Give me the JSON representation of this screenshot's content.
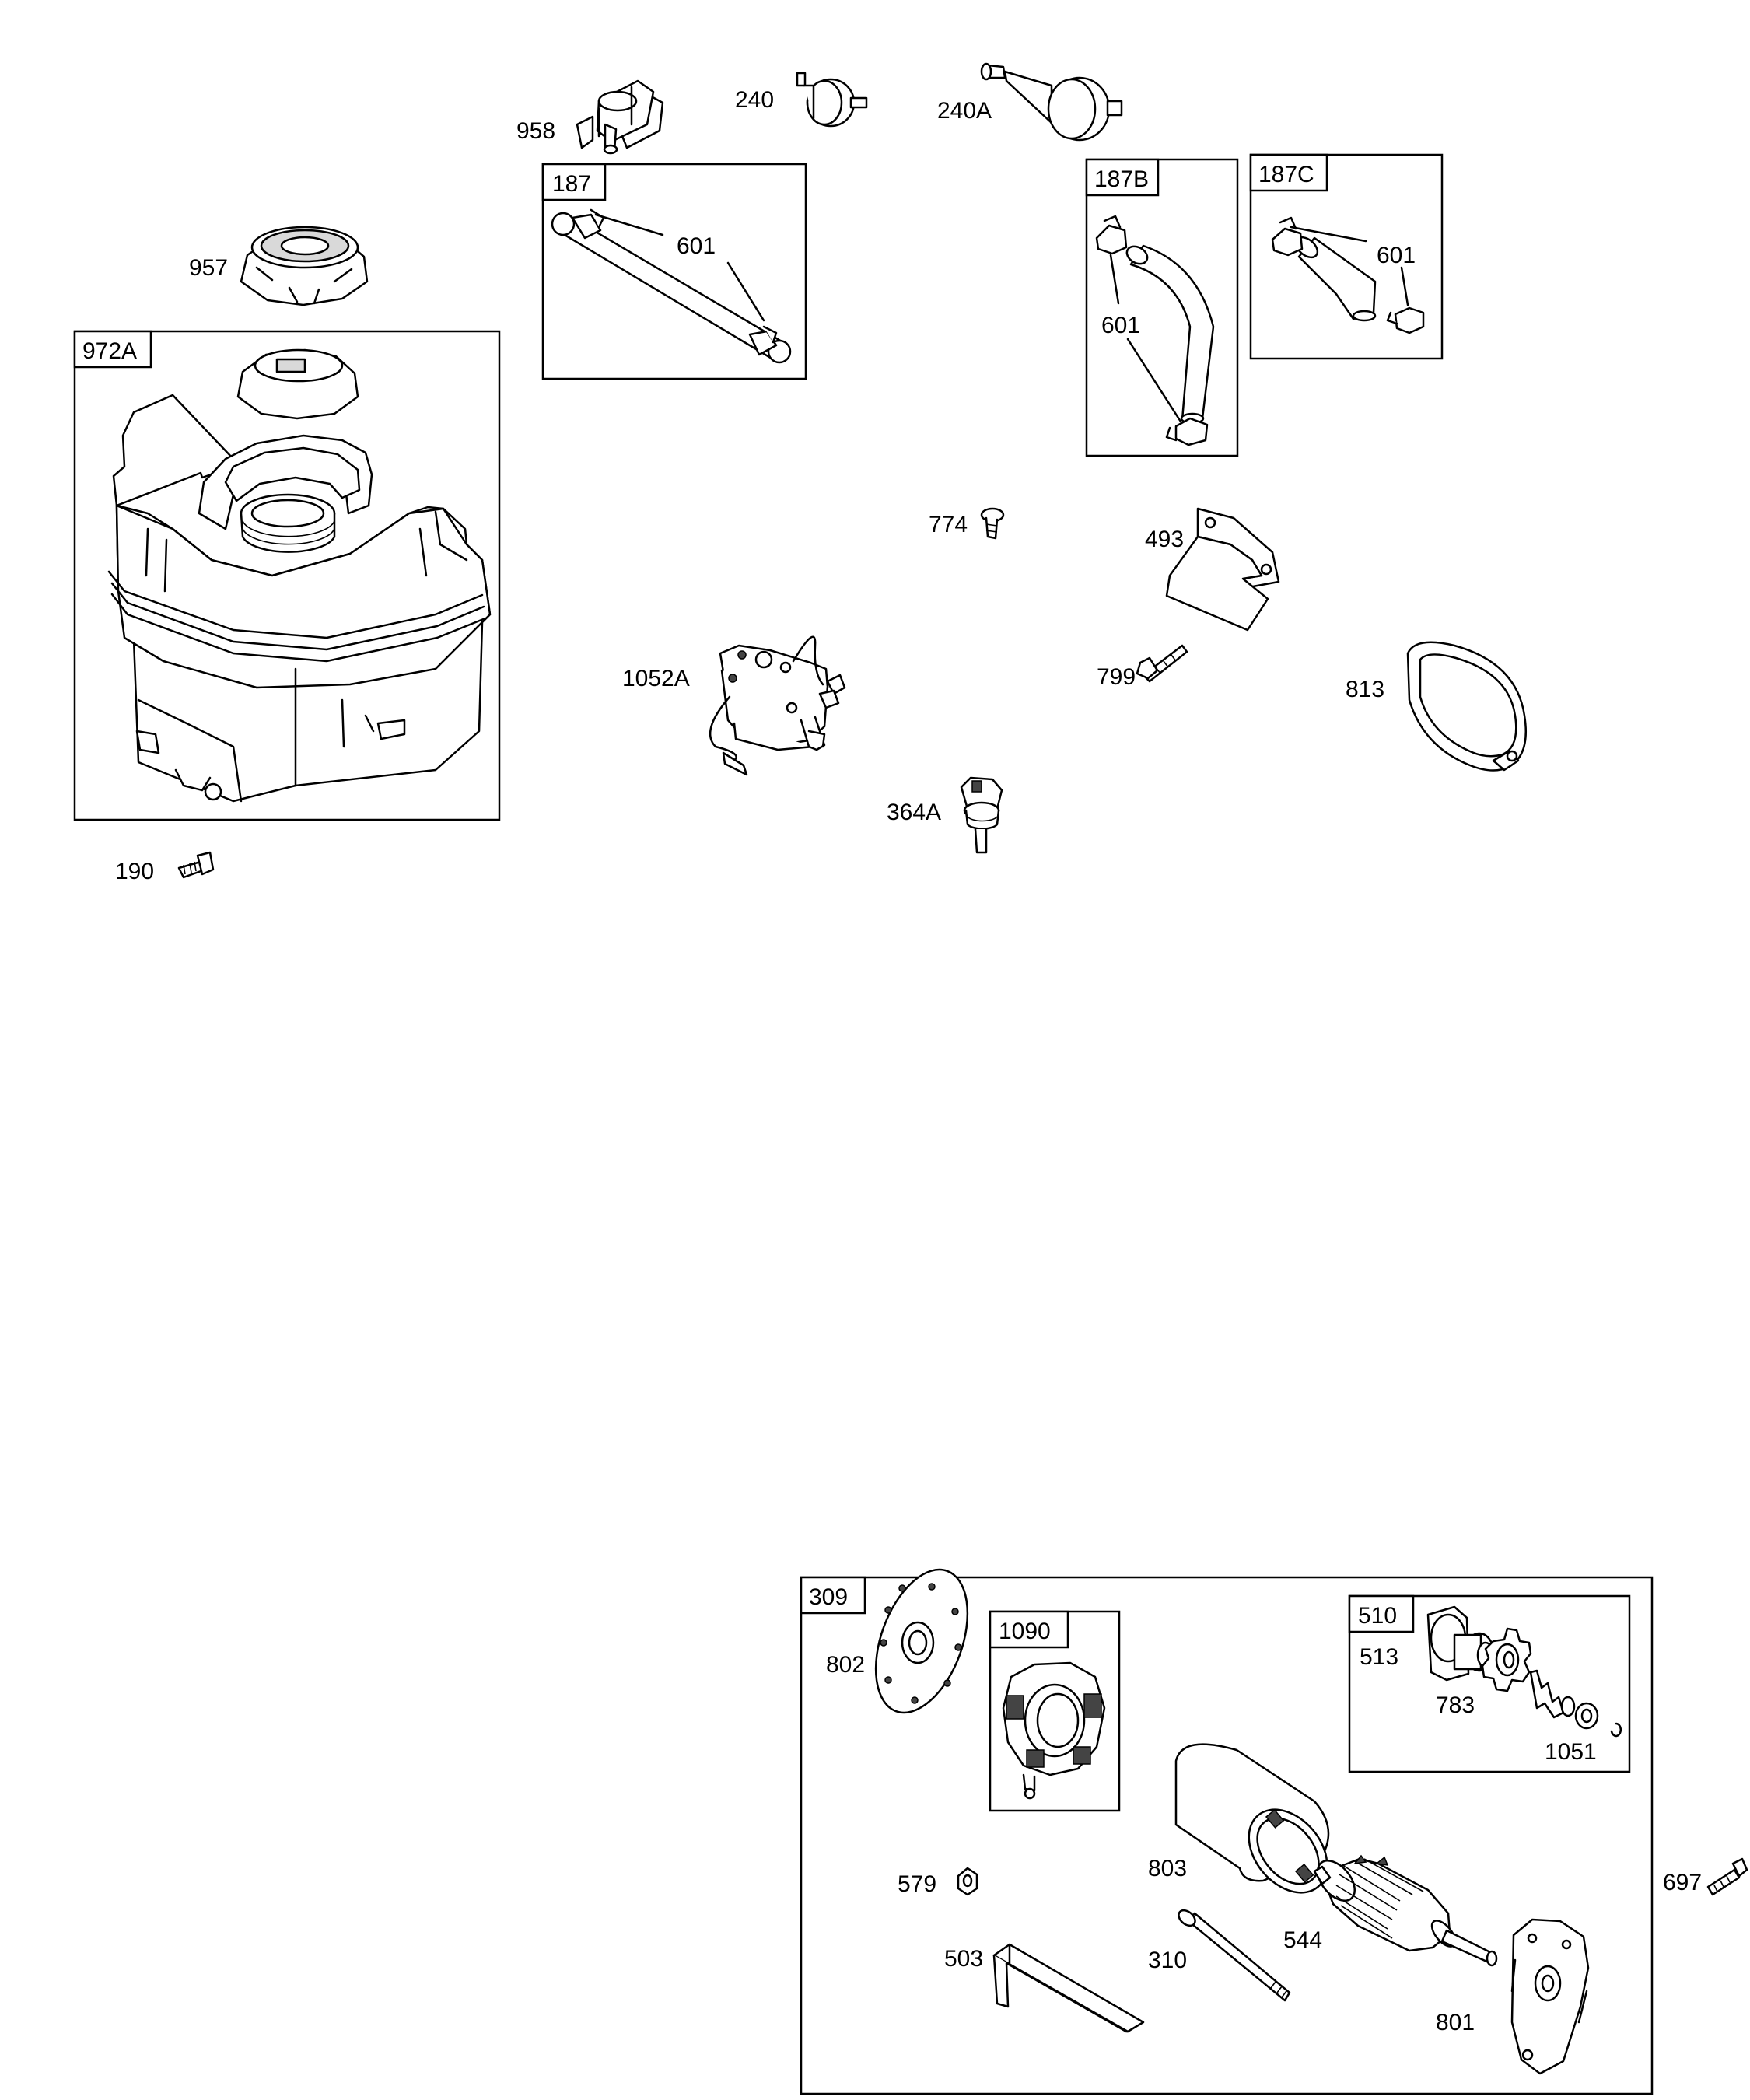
{
  "labels": {
    "l958": "958",
    "l240": "240",
    "l240a": "240A",
    "l957": "957",
    "l774": "774",
    "l493": "493",
    "l1052a": "1052A",
    "l799": "799",
    "l813": "813",
    "l364a": "364A",
    "l190": "190",
    "l187_601": "601",
    "l187b_601": "601",
    "l187c_601": "601",
    "l802": "802",
    "l513": "513",
    "l783": "783",
    "l1051": "1051",
    "l579": "579",
    "l803": "803",
    "l503": "503",
    "l310": "310",
    "l544": "544",
    "l801": "801",
    "l697": "697"
  },
  "boxes": {
    "b972a": "972A",
    "b187": "187",
    "b187b": "187B",
    "b187c": "187C",
    "b309": "309",
    "b1090": "1090",
    "b510": "510"
  },
  "icons": [
    "fuel-tank",
    "fuel-cap",
    "fuel-valve",
    "fuel-filter",
    "fuel-hose",
    "hose-clamp",
    "solenoid",
    "bracket",
    "screw",
    "clamp-band",
    "starter-motor",
    "armature",
    "brush-holder",
    "pinion-gear"
  ]
}
